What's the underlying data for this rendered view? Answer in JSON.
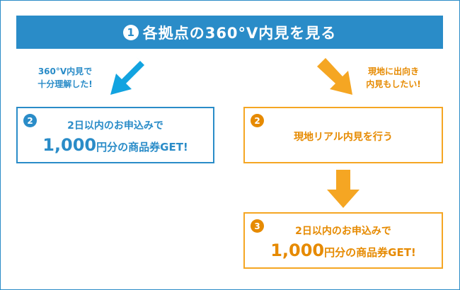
{
  "banner": {
    "number": "1",
    "title": "各拠点の360°V内見を見る"
  },
  "left_note": {
    "line1": "360°V内見で",
    "line2": "十分理解した!"
  },
  "right_note": {
    "line1": "現地に出向き",
    "line2": "内見もしたい!"
  },
  "left_box": {
    "badge": "2",
    "line1": "2日以内のお申込みで",
    "amount": "1,000",
    "suffix": "円分の商品券GET!"
  },
  "right_box_top": {
    "badge": "2",
    "text": "現地リアル内見を行う"
  },
  "right_box_bottom": {
    "badge": "3",
    "line1": "2日以内のお申込みで",
    "amount": "1,000",
    "suffix": "円分の商品券GET!"
  },
  "colors": {
    "blue": "#2a8cc8",
    "arrow_blue": "#12a3e0",
    "orange": "#f5a623",
    "orange_text": "#e68a00"
  }
}
